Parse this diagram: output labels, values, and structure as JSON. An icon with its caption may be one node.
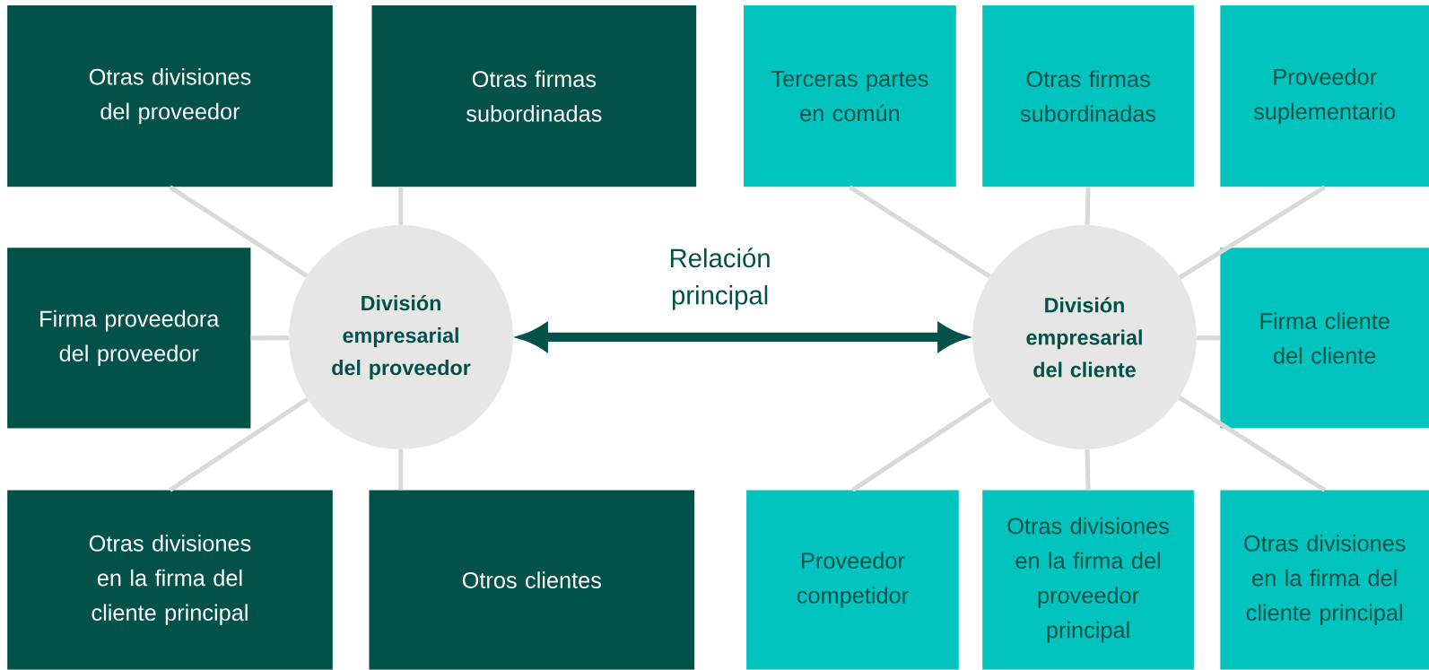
{
  "diagram": {
    "nodes": [
      {
        "text": [
          "Otras divisiones del proveedor"
        ]
      },
      {
        "text": [
          "Otras firmas subordinadas"
        ]
      },
      {
        "text": [
          "Terceras partes en común"
        ]
      },
      {
        "text": [
          "Otras firmas subordinadas"
        ]
      },
      {
        "text": [
          "Proveedor suplementario"
        ]
      },
      {
        "text": [
          "Firma proveedora del proveedor"
        ]
      },
      {
        "text": [
          "División empresarial del proveedor"
        ]
      },
      {
        "text": [
          "División empresarial del cliente"
        ]
      },
      {
        "text": [
          "Firma cliente del cliente"
        ]
      },
      {
        "text": [
          "Otras divisiones en la firma del cliente principal"
        ]
      },
      {
        "text": [
          "Otros clientes"
        ]
      },
      {
        "text": [
          "Proveedor competidor"
        ]
      },
      {
        "text": [
          "Otras divisiones en la firma del proveedor principal"
        ]
      },
      {
        "text": [
          "Otras divisiones en la firma del cliente principal"
        ]
      }
    ],
    "edges": [
      {
        "from": 6,
        "to": 0,
        "arrow": "none"
      },
      {
        "from": 6,
        "to": 1,
        "arrow": "none"
      },
      {
        "from": 6,
        "to": 5,
        "arrow": "none"
      },
      {
        "from": 6,
        "to": 9,
        "arrow": "none"
      },
      {
        "from": 6,
        "to": 10,
        "arrow": "none"
      },
      {
        "from": 7,
        "to": 2,
        "arrow": "none"
      },
      {
        "from": 7,
        "to": 3,
        "arrow": "none"
      },
      {
        "from": 7,
        "to": 4,
        "arrow": "none"
      },
      {
        "from": 7,
        "to": 8,
        "arrow": "none"
      },
      {
        "from": 7,
        "to": 11,
        "arrow": "none"
      },
      {
        "from": 7,
        "to": 12,
        "arrow": "none"
      },
      {
        "from": 7,
        "to": 13,
        "arrow": "none"
      },
      {
        "from": 6,
        "to": 7,
        "arrow": "both",
        "label": "Relación principal",
        "style": "thick",
        "color": "#03524a"
      }
    ]
  }
}
